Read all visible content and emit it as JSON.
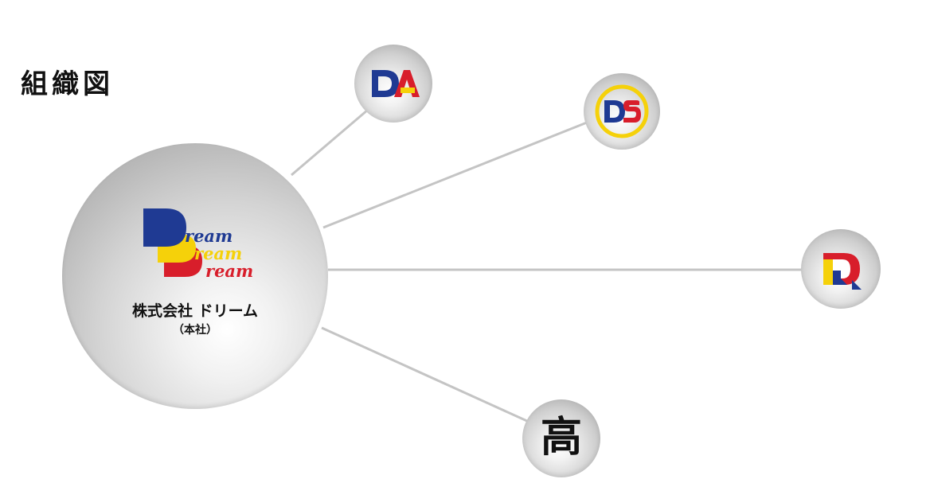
{
  "page": {
    "title": "組織図"
  },
  "headquarters": {
    "logo_words": [
      "ream",
      "ream",
      "ream"
    ],
    "company_name": "株式会社 ドリーム",
    "subtitle": "（本社）"
  },
  "branches": [
    {
      "id": "da",
      "logo_text": "DA"
    },
    {
      "id": "ds",
      "logo_text": "DS"
    },
    {
      "id": "d",
      "logo_text": "D"
    },
    {
      "id": "kou",
      "logo_text": "高"
    }
  ],
  "colors": {
    "blue": "#1f3a93",
    "yellow": "#f5d10a",
    "red": "#d81e2b",
    "line": "#c4c4c4"
  }
}
